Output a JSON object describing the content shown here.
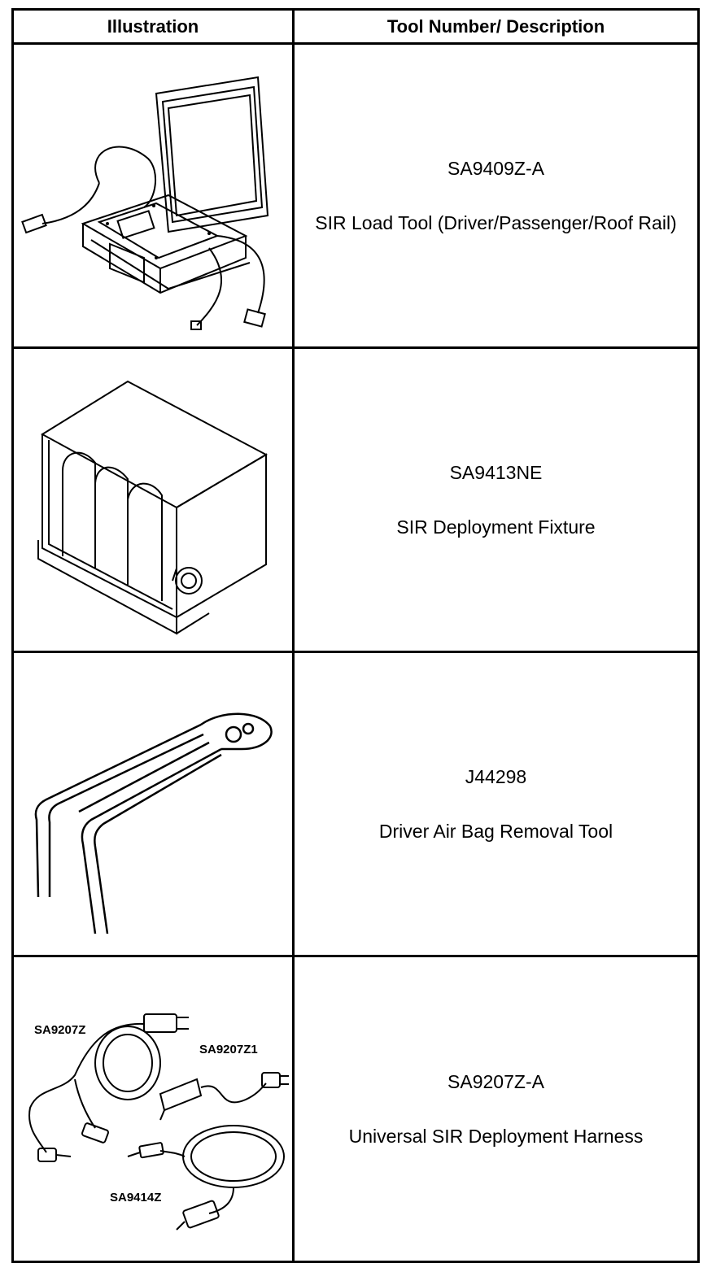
{
  "header": {
    "col1": "Illustration",
    "col2": "Tool Number/ Description"
  },
  "rows": [
    {
      "number": "SA9409Z-A",
      "description": "SIR Load Tool (Driver/Passenger/Roof Rail)",
      "icon": "sir-load-tool-case-illustration"
    },
    {
      "number": "SA9413NE",
      "description": "SIR Deployment Fixture",
      "icon": "sir-deployment-fixture-illustration"
    },
    {
      "number": "J44298",
      "description": "Driver Air Bag Removal Tool",
      "icon": "air-bag-removal-tool-illustration"
    },
    {
      "number": "SA9207Z-A",
      "description": "Universal SIR Deployment Harness",
      "icon": "deployment-harness-illustration",
      "callouts": [
        "SA9207Z",
        "SA9207Z1",
        "SA9414Z"
      ]
    }
  ]
}
